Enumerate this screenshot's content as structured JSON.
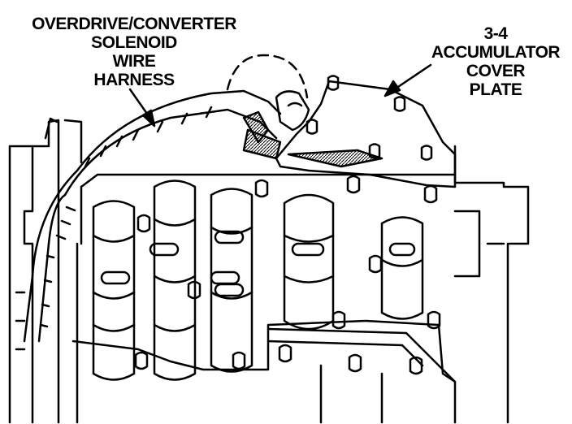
{
  "labels": {
    "harness": [
      "OVERDRIVE/CONVERTER",
      "SOLENOID",
      "WIRE",
      "HARNESS"
    ],
    "plate": [
      "3-4",
      "ACCUMULATOR",
      "COVER",
      "PLATE"
    ]
  },
  "colors": {
    "ink": "#000000",
    "paper": "#ffffff"
  }
}
